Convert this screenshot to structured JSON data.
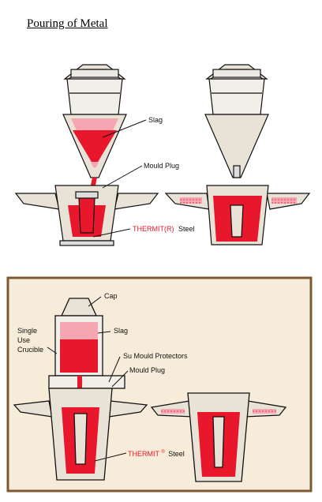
{
  "title": "Pouring of Metal",
  "colors": {
    "steel_red": "#e8172b",
    "slag_pink": "#f4a7b3",
    "refractory": "#e9e2d6",
    "line": "#111111",
    "lower_bg": "#f6ecd9",
    "lower_frame": "#7b5a31"
  },
  "top_diagram": {
    "labels": {
      "slag": "Slag",
      "mould_plug": "Mould Plug",
      "thermit_prefix": "THERMIT(R)",
      "thermit_suffix": "Steel"
    }
  },
  "bottom_diagram": {
    "labels": {
      "cap": "Cap",
      "slag": "Slag",
      "crucible_line1": "Single",
      "crucible_line2": "Use",
      "crucible_line3": "Crucible",
      "su_mould_protectors": "Su Mould Protectors",
      "mould_plug": "Mould Plug",
      "thermit_prefix": "THERMIT",
      "thermit_reg": "®",
      "thermit_suffix": "Steel"
    }
  }
}
